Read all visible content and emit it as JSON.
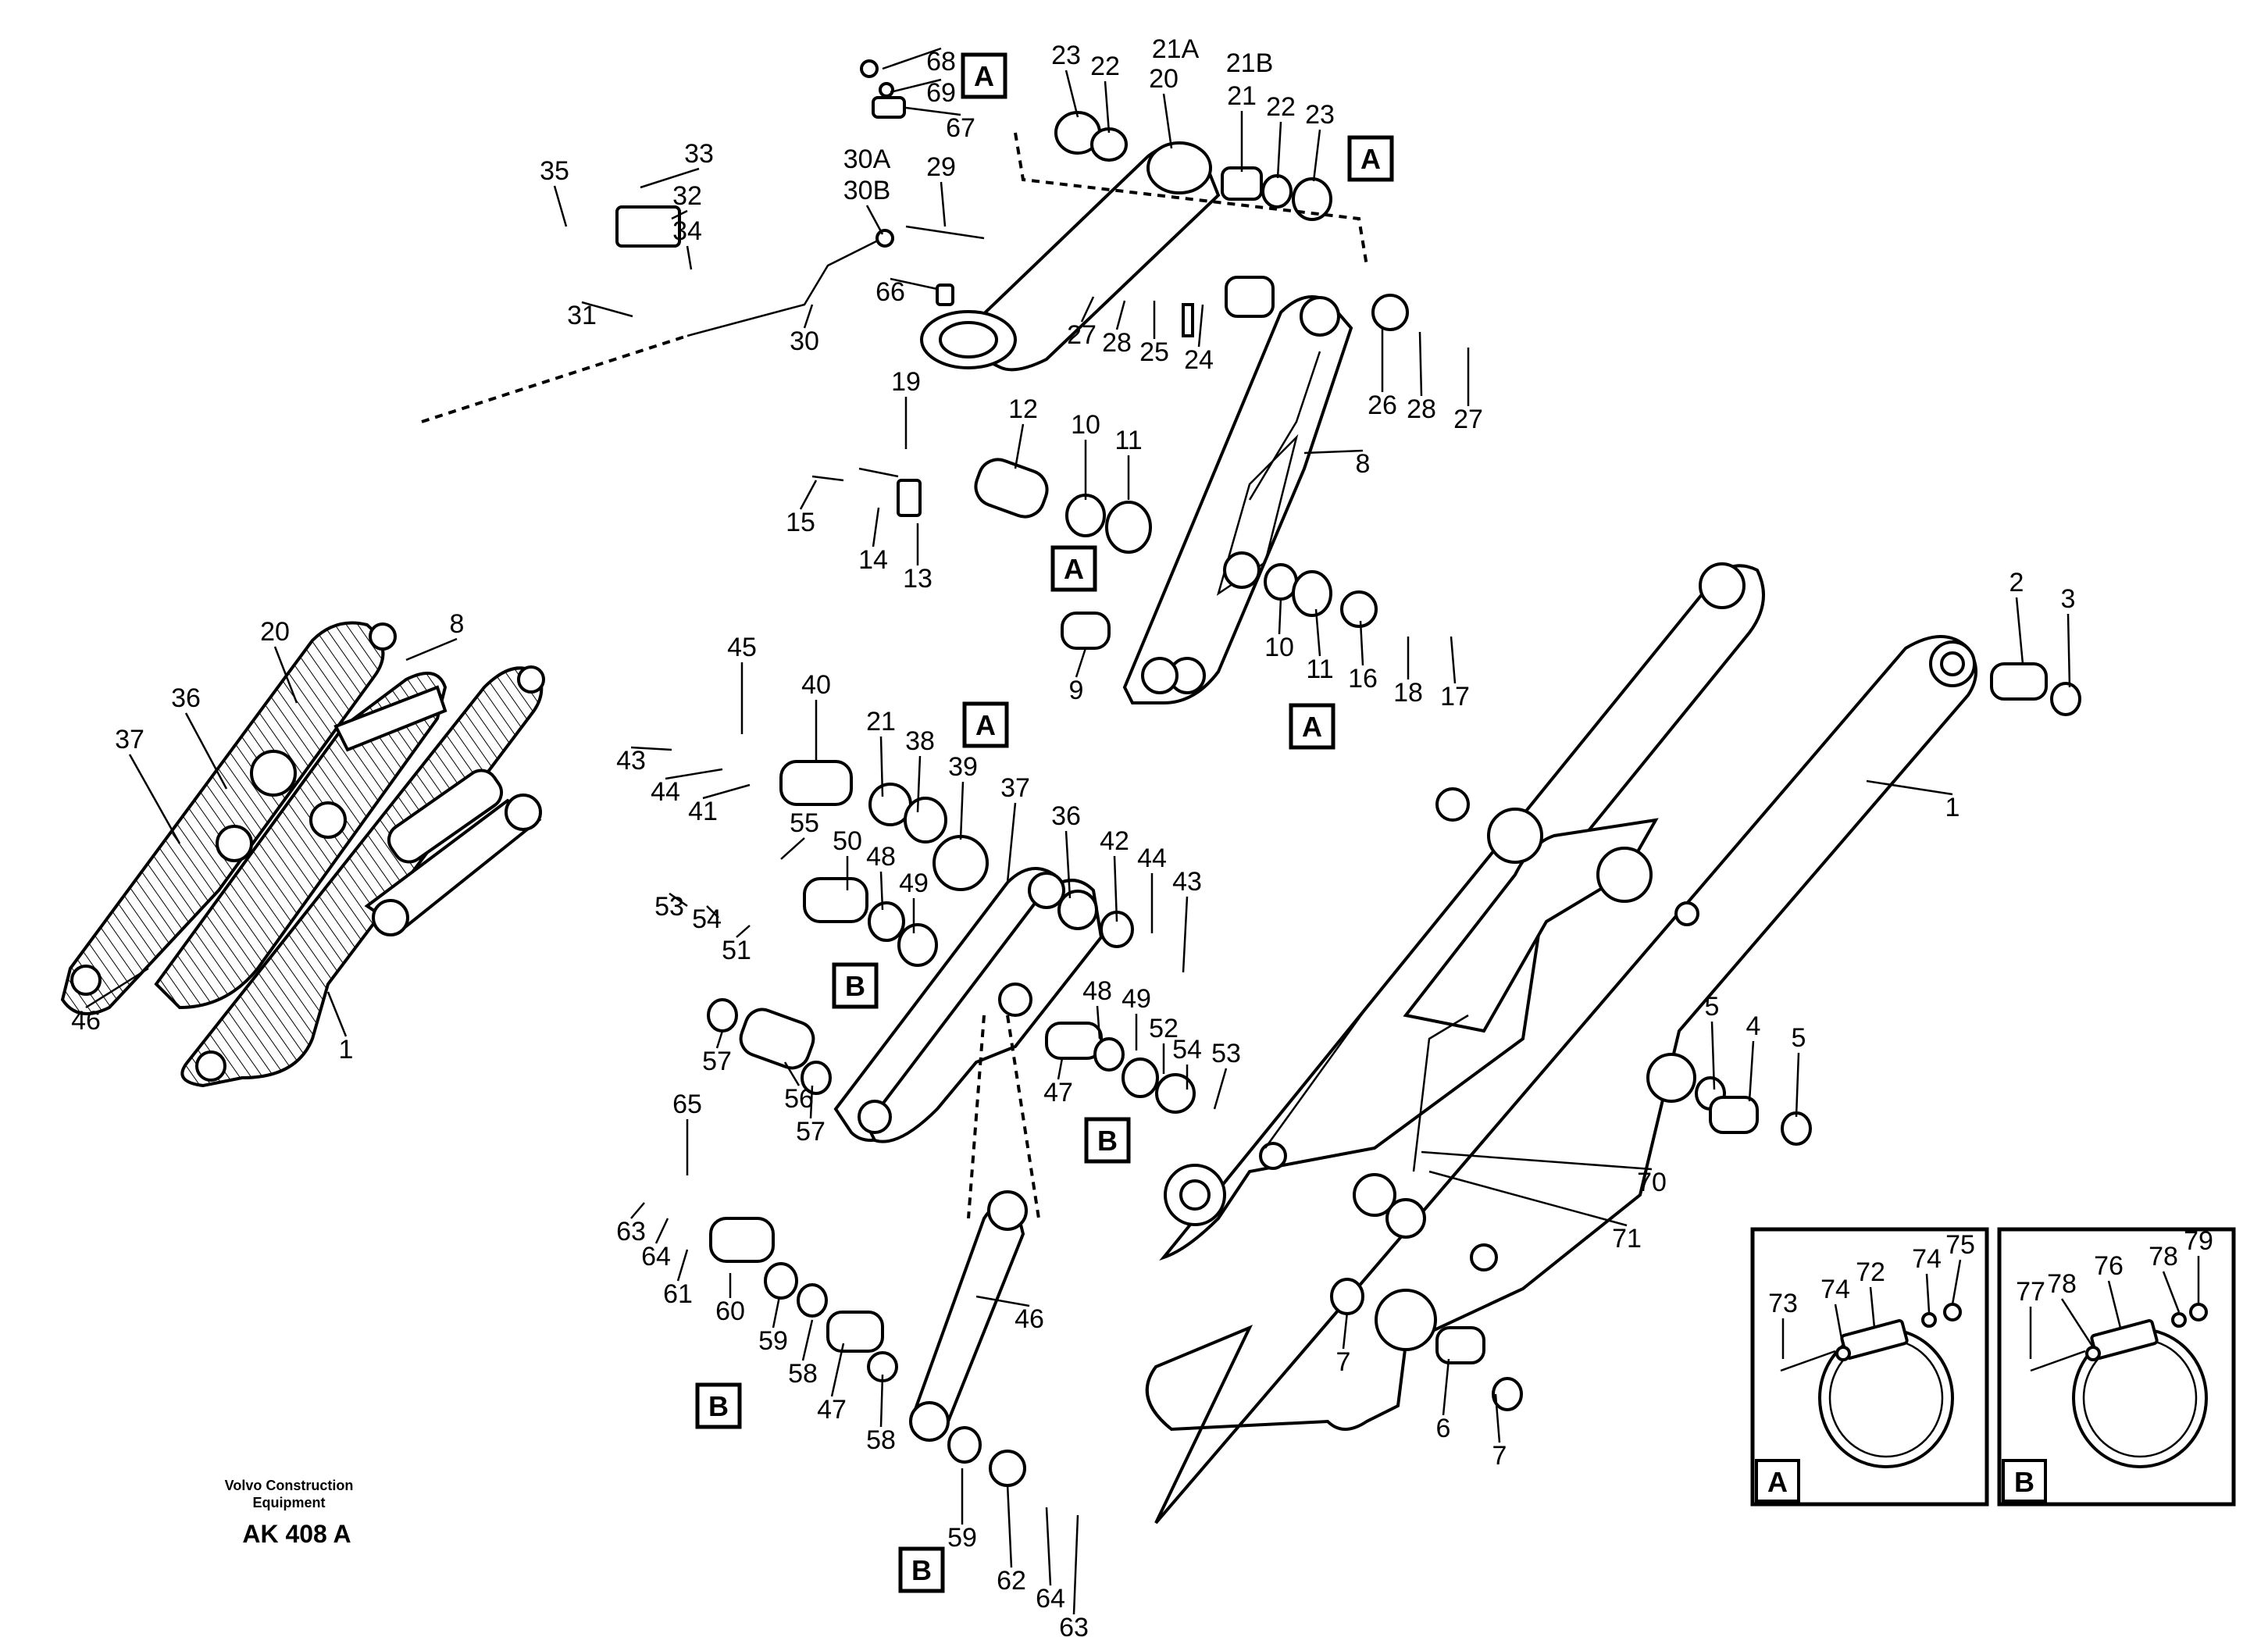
{
  "callouts": [
    {
      "id": "c68",
      "text": "68"
    },
    {
      "id": "c69",
      "text": "69"
    },
    {
      "id": "c67",
      "text": "67"
    },
    {
      "id": "c23a",
      "text": "23"
    },
    {
      "id": "c22a",
      "text": "22"
    },
    {
      "id": "c21A",
      "text": "21A"
    },
    {
      "id": "c20a",
      "text": "20"
    },
    {
      "id": "c21B",
      "text": "21B"
    },
    {
      "id": "c21a",
      "text": "21"
    },
    {
      "id": "c22b",
      "text": "22"
    },
    {
      "id": "c23b",
      "text": "23"
    },
    {
      "id": "c35",
      "text": "35"
    },
    {
      "id": "c33",
      "text": "33"
    },
    {
      "id": "c32",
      "text": "32"
    },
    {
      "id": "c34",
      "text": "34"
    },
    {
      "id": "c31",
      "text": "31"
    },
    {
      "id": "c30",
      "text": "30"
    },
    {
      "id": "c30A",
      "text": "30A"
    },
    {
      "id": "c30B",
      "text": "30B"
    },
    {
      "id": "c29",
      "text": "29"
    },
    {
      "id": "c66",
      "text": "66"
    },
    {
      "id": "c27a",
      "text": "27"
    },
    {
      "id": "c28a",
      "text": "28"
    },
    {
      "id": "c25",
      "text": "25"
    },
    {
      "id": "c24",
      "text": "24"
    },
    {
      "id": "c26",
      "text": "26"
    },
    {
      "id": "c28b",
      "text": "28"
    },
    {
      "id": "c27b",
      "text": "27"
    },
    {
      "id": "c8a",
      "text": "8"
    },
    {
      "id": "c19",
      "text": "19"
    },
    {
      "id": "c12",
      "text": "12"
    },
    {
      "id": "c10a",
      "text": "10"
    },
    {
      "id": "c11a",
      "text": "11"
    },
    {
      "id": "c15",
      "text": "15"
    },
    {
      "id": "c14",
      "text": "14"
    },
    {
      "id": "c13",
      "text": "13"
    },
    {
      "id": "c9",
      "text": "9"
    },
    {
      "id": "c10b",
      "text": "10"
    },
    {
      "id": "c11b",
      "text": "11"
    },
    {
      "id": "c16",
      "text": "16"
    },
    {
      "id": "c18",
      "text": "18"
    },
    {
      "id": "c17",
      "text": "17"
    },
    {
      "id": "c2",
      "text": "2"
    },
    {
      "id": "c3",
      "text": "3"
    },
    {
      "id": "c1a",
      "text": "1"
    },
    {
      "id": "c20b",
      "text": "20"
    },
    {
      "id": "c8b",
      "text": "8"
    },
    {
      "id": "c36a",
      "text": "36"
    },
    {
      "id": "c37a",
      "text": "37"
    },
    {
      "id": "c46a",
      "text": "46"
    },
    {
      "id": "c1b",
      "text": "1"
    },
    {
      "id": "c45",
      "text": "45"
    },
    {
      "id": "c40",
      "text": "40"
    },
    {
      "id": "c43a",
      "text": "43"
    },
    {
      "id": "c44a",
      "text": "44"
    },
    {
      "id": "c41",
      "text": "41"
    },
    {
      "id": "c21b2",
      "text": "21"
    },
    {
      "id": "c38",
      "text": "38"
    },
    {
      "id": "c39",
      "text": "39"
    },
    {
      "id": "c37b",
      "text": "37"
    },
    {
      "id": "c36b",
      "text": "36"
    },
    {
      "id": "c42",
      "text": "42"
    },
    {
      "id": "c44b",
      "text": "44"
    },
    {
      "id": "c43b",
      "text": "43"
    },
    {
      "id": "c55",
      "text": "55"
    },
    {
      "id": "c50",
      "text": "50"
    },
    {
      "id": "c48a",
      "text": "48"
    },
    {
      "id": "c49a",
      "text": "49"
    },
    {
      "id": "c53a",
      "text": "53"
    },
    {
      "id": "c54a",
      "text": "54"
    },
    {
      "id": "c51",
      "text": "51"
    },
    {
      "id": "c48b",
      "text": "48"
    },
    {
      "id": "c49b",
      "text": "49"
    },
    {
      "id": "c52",
      "text": "52"
    },
    {
      "id": "c54b",
      "text": "54"
    },
    {
      "id": "c53b",
      "text": "53"
    },
    {
      "id": "c47a",
      "text": "47"
    },
    {
      "id": "c57a",
      "text": "57"
    },
    {
      "id": "c56",
      "text": "56"
    },
    {
      "id": "c57b",
      "text": "57"
    },
    {
      "id": "c65",
      "text": "65"
    },
    {
      "id": "c63a",
      "text": "63"
    },
    {
      "id": "c64a",
      "text": "64"
    },
    {
      "id": "c61",
      "text": "61"
    },
    {
      "id": "c60",
      "text": "60"
    },
    {
      "id": "c59a",
      "text": "59"
    },
    {
      "id": "c58a",
      "text": "58"
    },
    {
      "id": "c47b",
      "text": "47"
    },
    {
      "id": "c58b",
      "text": "58"
    },
    {
      "id": "c46b",
      "text": "46"
    },
    {
      "id": "c59b",
      "text": "59"
    },
    {
      "id": "c62",
      "text": "62"
    },
    {
      "id": "c64b",
      "text": "64"
    },
    {
      "id": "c63b",
      "text": "63"
    },
    {
      "id": "c5a",
      "text": "5"
    },
    {
      "id": "c4",
      "text": "4"
    },
    {
      "id": "c5b",
      "text": "5"
    },
    {
      "id": "c70",
      "text": "70"
    },
    {
      "id": "c71",
      "text": "71"
    },
    {
      "id": "c7a",
      "text": "7"
    },
    {
      "id": "c6",
      "text": "6"
    },
    {
      "id": "c7b",
      "text": "7"
    },
    {
      "id": "c73",
      "text": "73"
    },
    {
      "id": "c74a",
      "text": "74"
    },
    {
      "id": "c72",
      "text": "72"
    },
    {
      "id": "c74b",
      "text": "74"
    },
    {
      "id": "c75",
      "text": "75"
    },
    {
      "id": "c77",
      "text": "77"
    },
    {
      "id": "c78a",
      "text": "78"
    },
    {
      "id": "c76",
      "text": "76"
    },
    {
      "id": "c78b",
      "text": "78"
    },
    {
      "id": "c79",
      "text": "79"
    }
  ],
  "ref_tags": [
    {
      "id": "tA1",
      "text": "A"
    },
    {
      "id": "tA2",
      "text": "A"
    },
    {
      "id": "tA3",
      "text": "A"
    },
    {
      "id": "tA4",
      "text": "A"
    },
    {
      "id": "tA5",
      "text": "A"
    },
    {
      "id": "tB1",
      "text": "B"
    },
    {
      "id": "tB2",
      "text": "B"
    },
    {
      "id": "tB3",
      "text": "B"
    },
    {
      "id": "tB4",
      "text": "B"
    }
  ],
  "detail_boxes": [
    {
      "id": "detailA",
      "tag": "A"
    },
    {
      "id": "detailB",
      "tag": "B"
    }
  ],
  "footer": {
    "line1": "Volvo Construction",
    "line2": "Equipment",
    "code": "AK 408 A"
  }
}
